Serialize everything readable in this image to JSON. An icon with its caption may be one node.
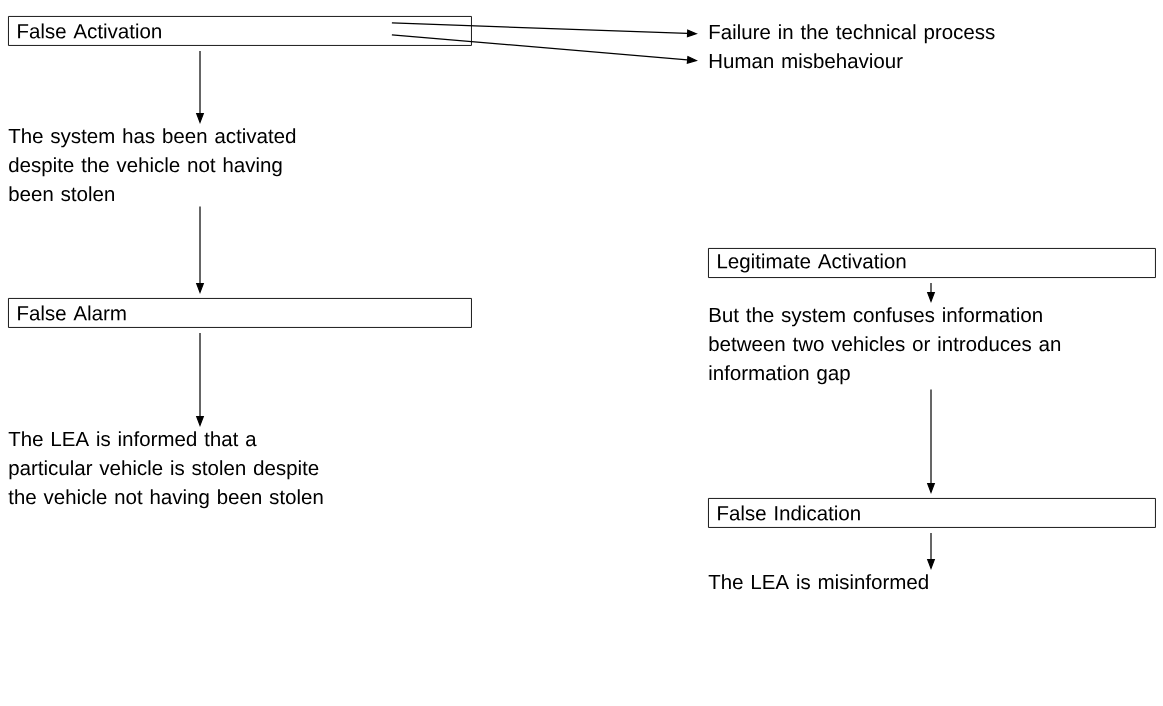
{
  "diagram": {
    "nodes": [
      {
        "text": [
          "False Activation"
        ]
      },
      {
        "text": [
          "Failure in the technical process"
        ]
      },
      {
        "text": [
          "Human misbehaviour"
        ]
      },
      {
        "text": [
          "The system has been activated despite the vehicle not having been stolen"
        ]
      },
      {
        "text": [
          "False Alarm"
        ]
      },
      {
        "text": [
          "The LEA is informed that a particular vehicle is stolen despite the vehicle not having been stolen"
        ]
      },
      {
        "text": [
          "Legitimate Activation"
        ]
      },
      {
        "text": [
          "But the system confuses information between two vehicles or introduces an information gap"
        ]
      },
      {
        "text": [
          "False Indication"
        ]
      },
      {
        "text": [
          "The LEA is misinformed"
        ]
      }
    ],
    "edges": [
      {
        "from": 0,
        "to": 1,
        "arrow": "to"
      },
      {
        "from": 0,
        "to": 2,
        "arrow": "to"
      },
      {
        "from": 0,
        "to": 3,
        "arrow": "to"
      },
      {
        "from": 3,
        "to": 4,
        "arrow": "to"
      },
      {
        "from": 4,
        "to": 5,
        "arrow": "to"
      },
      {
        "from": 6,
        "to": 7,
        "arrow": "to"
      },
      {
        "from": 7,
        "to": 8,
        "arrow": "to"
      },
      {
        "from": 8,
        "to": 9,
        "arrow": "to"
      }
    ]
  }
}
